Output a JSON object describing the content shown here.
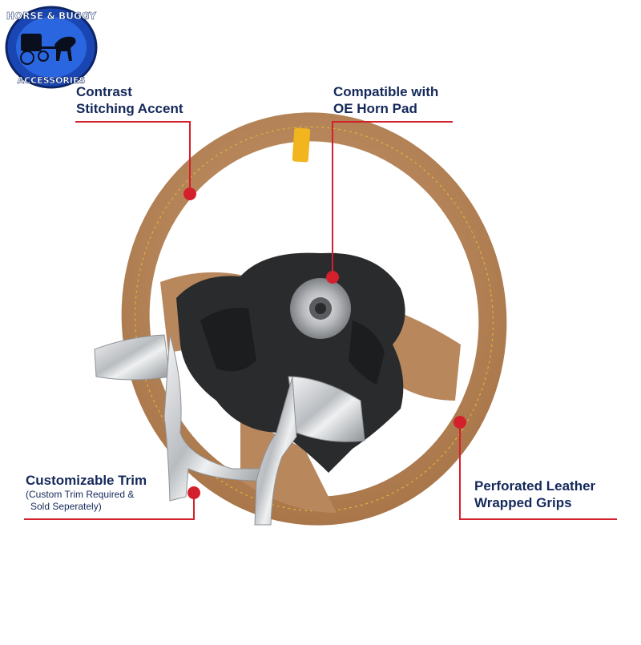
{
  "logo": {
    "top_text": "HORSE & BUGGY",
    "bottom_text": "ACCESSORIES"
  },
  "callouts": {
    "stitching": {
      "line1": "Contrast",
      "line2": "Stitching Accent"
    },
    "horn_pad": {
      "line1": "Compatible with",
      "line2": "OE Horn Pad"
    },
    "trim": {
      "line1": "Customizable Trim",
      "note1": "(Custom Trim Required &",
      "note2": "Sold Seperately)"
    },
    "grips": {
      "line1": "Perforated Leather",
      "line2": "Wrapped Grips"
    }
  },
  "colors": {
    "label_text": "#14285a",
    "callout_line": "#d4202c",
    "leather": "#b9875c",
    "stitch_accent": "#f2b51e",
    "hub": "#2a2b2d",
    "chrome": "#d7d9dc",
    "logo_blue": "#1a46b4"
  }
}
